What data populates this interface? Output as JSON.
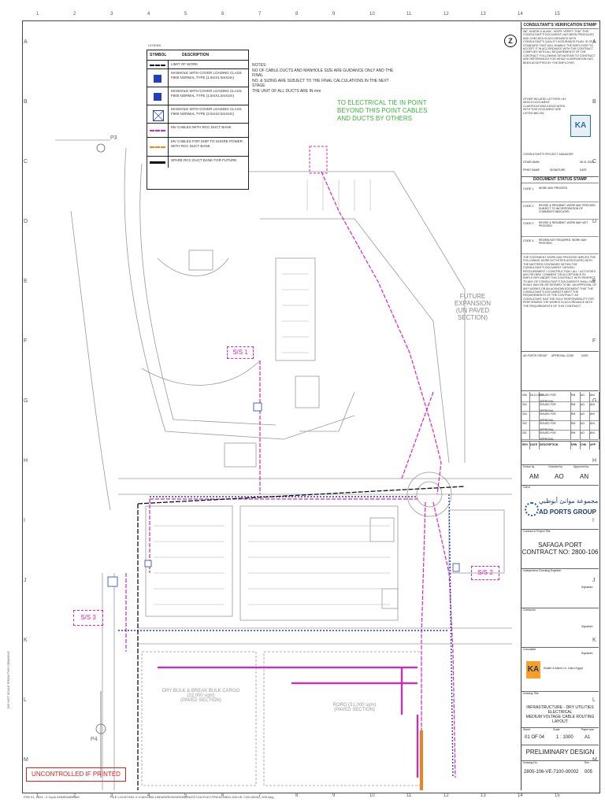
{
  "grid": {
    "numbers": [
      "1",
      "2",
      "3",
      "4",
      "5",
      "6",
      "7",
      "8",
      "9",
      "10",
      "11",
      "12",
      "13",
      "14",
      "15"
    ],
    "letters": [
      "A",
      "B",
      "C",
      "D",
      "E",
      "F",
      "G",
      "H",
      "I",
      "J",
      "K",
      "L",
      "M"
    ]
  },
  "legend": {
    "title": "LEGEND",
    "col_symbol": "SYMBOL",
    "col_description": "DESCRIPTION",
    "rows": [
      "LIMIT OF WORK",
      "MANHOLE WITH COVER LOADING CLASS F900 NORMAL TYPE (1.5mX1.5mX2m)",
      "MANHOLE WITH COVER LOADING CLASS F900 NORMAL TYPE (1.5mX1.5mX2m)",
      "MANHOLE WITH COVER LOADING CLASS F900 NORMAL TYPE (2.5mX2.5mX2m)",
      "MV CABLES WITH RCC DUCT BANK",
      "MV CABLES FOR SHIP TO SHORE POWER WITH RCC DUCT BANK",
      "SPARE RCC DUCT BANK FOR FUTURE"
    ]
  },
  "notes": {
    "title": "NOTES:",
    "lines": [
      "NO OF CABLE DUCTS AND MANHOLE SIZE ARE GUIDANCE ONLY AND THE FINAL",
      "NO. & SIZING ARE SUBJECT TO THE FINAL CALCULATIONS IN THE NEXT STAGE",
      "THE UNIT OF ALL DUCTS ARE IN mm"
    ]
  },
  "plan": {
    "tie_in": [
      "TO ELECTRICAL TIE IN POINT",
      "BEYOND THIS POINT CABLES",
      "AND DUCTS BY OTHERS"
    ],
    "future_expansion": [
      "FUTURE EXPANSION",
      "(UN PAVED SECTION)"
    ],
    "ss1": "S/S 1",
    "ss2": "S/S 2",
    "ss3": "S/S 3",
    "p3": "P3",
    "p4": "P4",
    "dry_bulk": [
      "DRY BULK & BREAK BULK CARGO",
      "(22,000 sqm)",
      "(PAVED SECTION)"
    ],
    "roro": [
      "RORO (31,000 sqm)",
      "(PAVED SECTION)"
    ],
    "uncontrolled": "UNCONTROLLED IF PRINTED"
  },
  "side": {
    "consultant_stamp": "CONSULTANT'S VERIFICATION STAMP",
    "consultant_text": "WE, KHATIB & ALAMI - KEEPL VERIFY THAT THIS CONSULTANT'S DOCUMENT: HAS BEEN PRODUCED AND CHECKED IN ACCORDANCE WITH CONSULTANT'S QUALITY ASSURANCE PLAN. IS OF A STANDARD THAT WILL ENABLE THE EMPLOYER TO ACCEPT IT IN ACCORDANCE WITH THE CONTRACT. COMPLIES WITH ALL REQUIREMENTS OF THE CONTRACT FOLLOWING DEVIATIONS TO CONTRACT ARE REFERENCED FOR WHICH A DERIVATION HAS BEEN ACCEPTED BY THE EMPLOYER",
    "other_letters": "OTHER RELATED LETTERS / BY WHICH DOCUMENT CLARIFICATIONS ASSOCIATED WITH THIS DOCUMENT ARE LISTED BELOW",
    "pm_label": "CONSULTANT'S PROJECT MANAGER",
    "pm_name": "OTAIR AMIN",
    "pm_date": "06.11.2023",
    "print_name": "PRINT NAME",
    "signature": "SIGNATURE",
    "date": "DATE",
    "doc_status": "DOCUMENT STATUS STAMP",
    "codes": [
      {
        "code": "CODE 1",
        "text": "WORK MAY PROCEED"
      },
      {
        "code": "CODE 2",
        "text": "REVISE & RESUBMIT. WORK MAY PROCEED SUBJECT TO INCORPORATION OF COMMENTS INDICATED"
      },
      {
        "code": "CODE 3",
        "text": "REVISE & RESUBMIT. WORK MAY NOT PROCEED"
      },
      {
        "code": "CODE 4",
        "text": "REVIEW NOT REQUIRED. WORK MAY PROCEED"
      }
    ],
    "status_text": "THE STATEMENT WORK MAY PROCEED IMPLIES THE FOLLOWING WORK ACTIVITIES ASSOCIATED WITH THE MATTERS CONTAINED WITHIN THE CONSULTANT'S DOCUMENT. DESIGN / PROCUREMENT / CONSTRUCTION / ALL * ACTIVITIES. ANY REVIEW, COMMENT OR ACCEPTANCE BY EMPLOYER UNDER THIS CONTRACT WITH RESPECT TO ANY OF CONSULTANT'S DOCUMENTS SHALL NOT IN ANY WAY BE OR DEEMED TO BE, AN APPROVAL OF ANY WORKS OR AN ACKNOWLEDGMENT THAT THE CONSULTANT'S DOCUMENTS MEET THE REQUIREMENTS OF THE CONTRACT. AS CONSULTANT HAS THE SOLE RESPONSIBILITY FOR PERFORMING THE WORKS IN ACCORDANCE WITH THE REQUIREMENTS OF THIS CONTRACT.",
    "group_labels": [
      "AD PORTS GROUP",
      "APPROVAL CODE",
      "DATE"
    ],
    "revisions": [
      {
        "rev": "005",
        "date": "06.11.2023",
        "desc": "ISSUED FOR APPROVAL",
        "a": "RM",
        "b": "AO",
        "c": "ANI"
      },
      {
        "rev": "004",
        "date": "",
        "desc": "ISSUED FOR APPROVAL",
        "a": "RM",
        "b": "AO",
        "c": "ANI"
      },
      {
        "rev": "003",
        "date": "",
        "desc": "ISSUED FOR APPROVAL",
        "a": "RM",
        "b": "AO",
        "c": "ANI"
      },
      {
        "rev": "002",
        "date": "",
        "desc": "ISSUED FOR APPROVAL",
        "a": "RM",
        "b": "AO",
        "c": "ANI"
      },
      {
        "rev": "001",
        "date": "",
        "desc": "ISSUED FOR APPROVAL",
        "a": "RM",
        "b": "AO",
        "c": "ANI"
      }
    ],
    "rev_headers": [
      "REV",
      "DATE",
      "DESCRIPTION",
      "DRN",
      "CHK",
      "APP"
    ],
    "drawn_by": "AM",
    "checked_by": "AO",
    "approved_by": "AN",
    "drawn_label": "Drawn by",
    "checked_label": "Checked by",
    "approved_label": "Approved by",
    "client_label": "Client",
    "company_ar": "مجموعة موانئ أبوظبي",
    "company_en": "AD PORTS GROUP",
    "project_label": "Contract & Project Title",
    "project_1": "SAFAGA PORT",
    "project_2": "CONTRACT NO: 2800-106",
    "ind_eng_label": "Independent Checking Engineer",
    "contractor_label": "Contractor",
    "consultant_label": "Consultant",
    "signature_label": "Signature",
    "consultant_name": "Khatib & Alami Co. Cairo Egypt",
    "drawing_title_label": "Drawing Title",
    "title_1": "INFRASTRUCTURE - DRY UTILITIES",
    "title_2": "ELECTRICAL",
    "title_3": "MEDIUM VOLTAGE CABLE ROUTING LAYOUT",
    "sheet_label": "Sheet",
    "scale_label": "Scale",
    "paper_label": "Paper size",
    "sheet": "01 OF 04",
    "scale": "1 : 1000",
    "paper": "A1",
    "status": "PRELIMINARY DESIGN",
    "drawing_no_label": "Drawing No",
    "rev_label": "Rev",
    "drawing_no": "2800-106-VE-7100-00002",
    "rev": "005"
  },
  "footer": {
    "left": "FEB 01, 2024 - 2:11pm   AHMEDABDAM",
    "path": "FILE LOCATION: X:\\CAD\\2800-106\\WORKING\\DRAWINGS\\7100 ELECTRICAL\\2800-106-VE-7100-00002_005.dwg",
    "vertical": "DO NOT SCALE FROM THIS DRAWING"
  },
  "colors": {
    "magenta": "#e020c0",
    "green": "#36b53a",
    "blue": "#2040c0",
    "orange": "#f08020",
    "red": "#e02020"
  }
}
